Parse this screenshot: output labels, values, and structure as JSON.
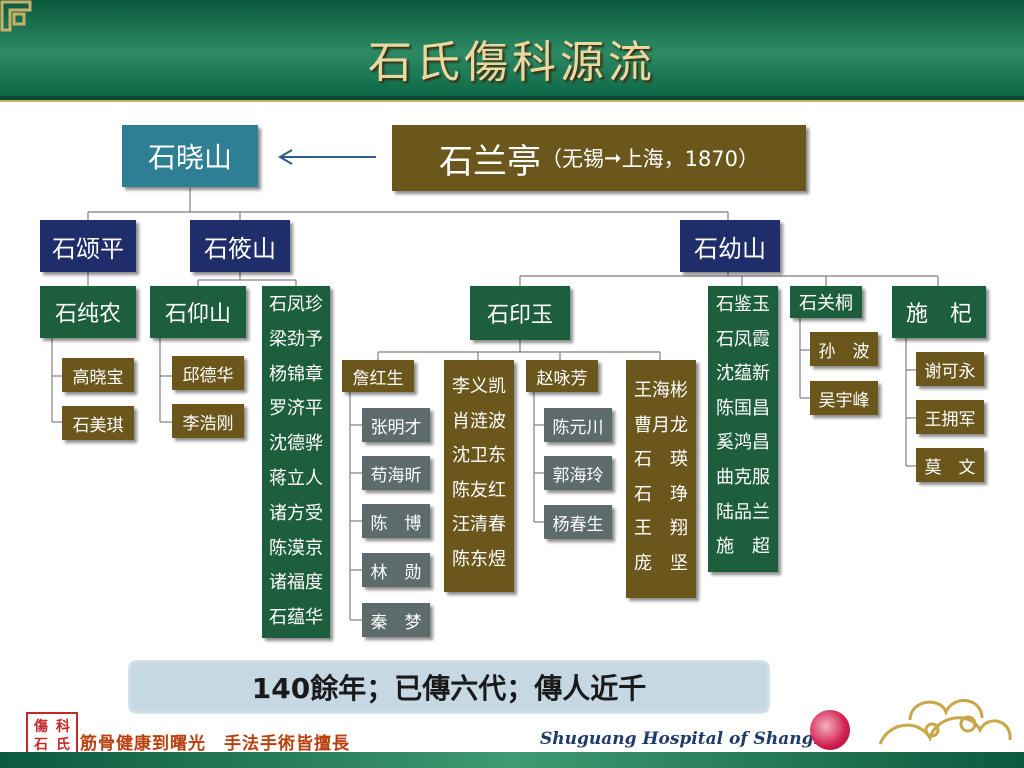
{
  "title": "石氏傷科源流",
  "root": {
    "name": "石兰亭",
    "detail": "（无锡",
    "arrow": "➞",
    "detail2": "上海，1870）"
  },
  "son": "石晓山",
  "gen2": {
    "songping": "石颂平",
    "xiaoshan": "石筱山",
    "youshan": "石幼山"
  },
  "songping_branch": {
    "head": "石纯农",
    "students": [
      "高晓宝",
      "石美琪"
    ]
  },
  "xiaoshan_branch": {
    "yangshan": {
      "head": "石仰山",
      "students": [
        "邱德华",
        "李浩刚"
      ]
    },
    "list": [
      "石凤珍",
      "梁劲予",
      "杨锦章",
      "罗济平",
      "沈德骅",
      "蒋立人",
      "诸方受",
      "陈漠京",
      "诸福度",
      "石蕴华"
    ],
    "yinyu": {
      "head": "石印玉",
      "zhan": {
        "head": "詹红生",
        "students": [
          "张明才",
          "苟海昕",
          "陈　博",
          "林　勋",
          "秦　梦"
        ]
      },
      "mid": [
        "李义凯",
        "肖涟波",
        "沈卫东",
        "陈友红",
        "汪清春",
        "陈东煜"
      ],
      "zhao": {
        "head": "赵咏芳",
        "students": [
          "陈元川",
          "郭海玲",
          "杨春生"
        ]
      },
      "right": [
        "王海彬",
        "曹月龙",
        "石　瑛",
        "石　琤",
        "王　翔",
        "庞　坚"
      ]
    }
  },
  "youshan_branch": {
    "list": [
      "石鉴玉",
      "石凤霞",
      "沈蕴新",
      "陈国昌",
      "奚鸿昌",
      "曲克服",
      "陆品兰",
      "施　超"
    ],
    "guantong": {
      "head": "石关桐",
      "students": [
        "孙　波",
        "吴宇峰"
      ]
    },
    "shiqi": {
      "head": "施　杞",
      "students": [
        "谢可永",
        "王拥军",
        "莫　文"
      ]
    }
  },
  "banner": "140餘年；已傳六代；傳人近千",
  "footer": {
    "logo": "傷科石氏",
    "slogan": "筋骨健康到曙光　手法手術皆擅長",
    "hospital": "Shuguang Hospital of  Shanghai"
  },
  "colors": {
    "header": "#0b5a3e",
    "teal": "#2e7e94",
    "navy": "#1f2e6a",
    "green": "#1d5e3c",
    "olive": "#6b561c",
    "gray": "#5d6b6d"
  }
}
